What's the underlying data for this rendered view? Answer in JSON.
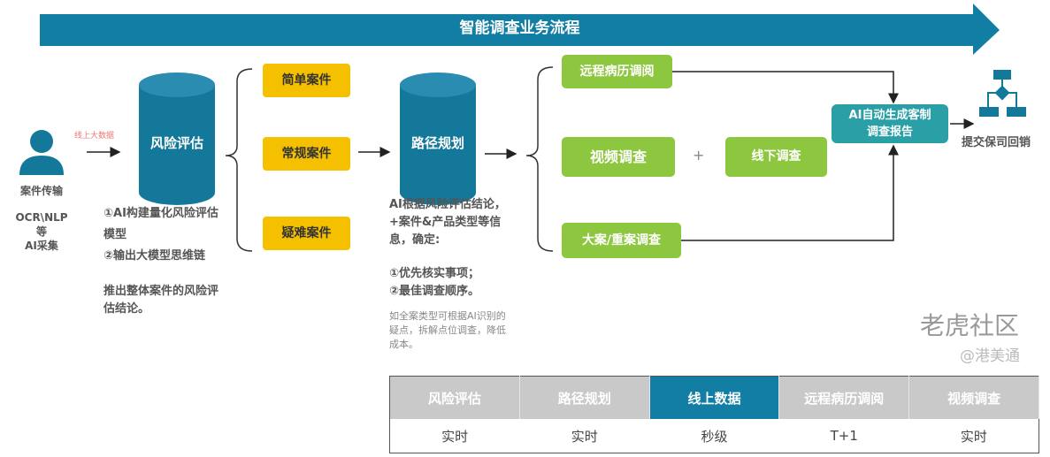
{
  "title": "智能调查业务流程",
  "input": {
    "label1": "案件传输",
    "label2": "OCR\\NLP等",
    "label3": "AI采集",
    "arrow_note": "线上大数据"
  },
  "stage1": {
    "title": "风险评估",
    "lines": [
      "①AI构建量化风险评估",
      "模型",
      "②输出大模型思维链"
    ],
    "conclusion": [
      "推出整体案件的风险评",
      "估结论。"
    ]
  },
  "case_types": [
    "简单案件",
    "常规案件",
    "疑难案件"
  ],
  "stage2": {
    "title": "路径规划",
    "lines": [
      "AI根据风险评估结论，",
      "+案件&产品类型等信",
      "息，确定:"
    ],
    "points": [
      "①优先核实事项；",
      "②最佳调查顺序。"
    ],
    "note": [
      "如全案类型可根据AI识别的",
      "疑点，拆解点位调查，降低",
      "成本。"
    ]
  },
  "investigations": {
    "remote": "远程病历调阅",
    "video": "视频调查",
    "plus": "+",
    "offline": "线下调查",
    "major": "大案/重案调查"
  },
  "report": {
    "line1": "AI自动生成客制",
    "line2": "调查报告"
  },
  "submit": "提交保司回销",
  "table": {
    "headers": [
      "风险评估",
      "路径规划",
      "线上数据",
      "远程病历调阅",
      "视频调查"
    ],
    "values": [
      "实时",
      "实时",
      "秒级",
      "T+1",
      "实时"
    ],
    "highlight_index": 2
  },
  "watermark": {
    "main": "老虎社区",
    "sub": "@港美通"
  },
  "colors": {
    "banner": "#137ea3",
    "cylinder": "#137899",
    "yellow": "#f5c000",
    "green": "#8dc63f",
    "report": "#2a9fa6"
  }
}
